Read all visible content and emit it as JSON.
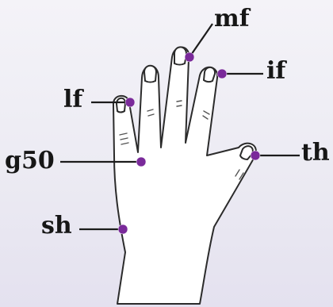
{
  "diagram": {
    "labels": {
      "mf": "mf",
      "if": "if",
      "lf": "lf",
      "g50": "g50",
      "th": "th",
      "sh": "sh"
    },
    "colors": {
      "marker": "#7a2a9a",
      "outline": "#2b2b2b",
      "text": "#161616"
    }
  }
}
